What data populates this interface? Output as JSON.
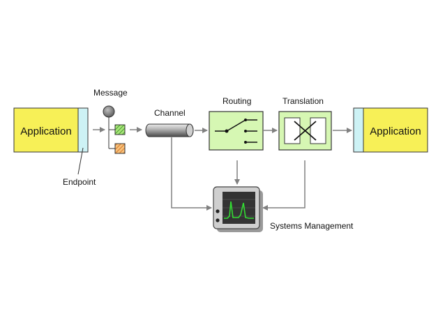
{
  "diagram": {
    "labels": {
      "message": "Message",
      "channel": "Channel",
      "routing": "Routing",
      "translation": "Translation",
      "endpoint": "Endpoint",
      "app_left": "Application",
      "app_right": "Application",
      "systems_management": "Systems Management"
    },
    "colors": {
      "application_fill": "#f7f057",
      "endpoint_fill": "#cdf2f5",
      "filter_fill": "#d6f7b3",
      "arrow": "#808080",
      "message_green": "#6acb3c",
      "message_orange": "#f2a23c",
      "monitor_screen": "#333333",
      "monitor_trace": "#33dd33"
    },
    "icons": {
      "message": "message-icon",
      "channel": "channel-pipe-icon",
      "routing": "router-switch-icon",
      "translation": "translator-icon",
      "monitor": "control-bus-monitor-icon"
    }
  }
}
